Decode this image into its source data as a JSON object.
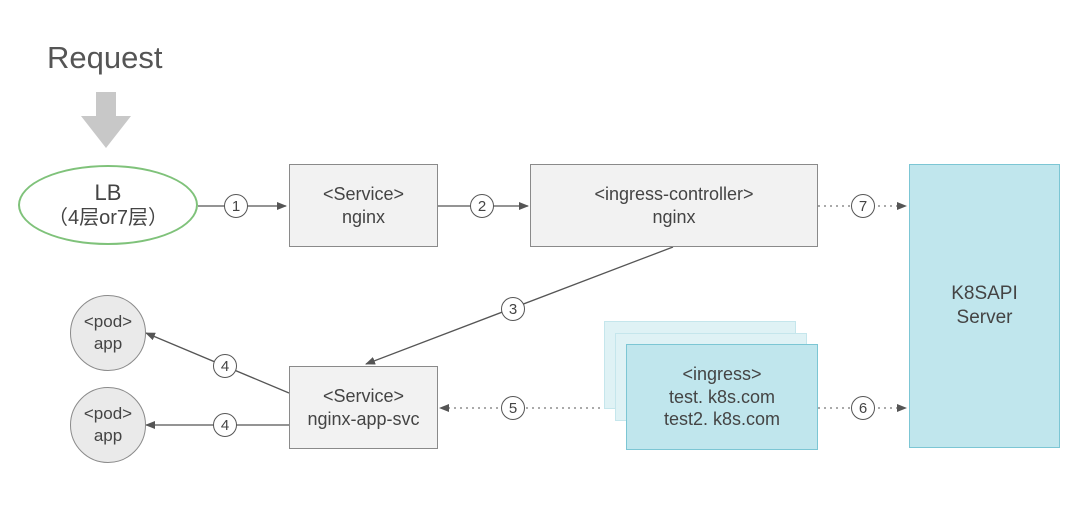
{
  "title": "Request",
  "nodes": {
    "lb": {
      "line1": "LB",
      "line2": "（4层or7层）"
    },
    "service_nginx": {
      "line1": "<Service>",
      "line2": "nginx"
    },
    "ingress_controller": {
      "line1": "<ingress-controller>",
      "line2": "nginx"
    },
    "k8s_api": {
      "line1": "K8SAPI",
      "line2": "Server"
    },
    "pod_top": {
      "line1": "<pod>",
      "line2": "app"
    },
    "pod_bottom": {
      "line1": "<pod>",
      "line2": "app"
    },
    "service_app": {
      "line1": "<Service>",
      "line2": "nginx-app-svc"
    },
    "ingress": {
      "line1": "<ingress>",
      "line2": "test. k8s.com",
      "line3": "test2. k8s.com"
    }
  },
  "steps": {
    "s1": "1",
    "s2": "2",
    "s3": "3",
    "s4a": "4",
    "s4b": "4",
    "s5": "5",
    "s6": "6",
    "s7": "7"
  },
  "colors": {
    "lb_border": "#7fc27a",
    "box_fill": "#f2f2f2",
    "k8s_fill": "#c0e6ed",
    "request_arrow": "#c8c8c8"
  }
}
